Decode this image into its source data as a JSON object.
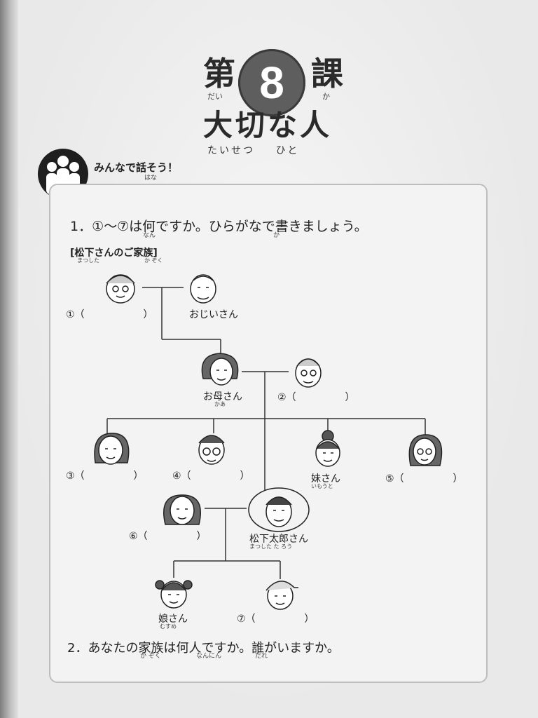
{
  "header": {
    "dai": "第",
    "dai_ruby": "だい",
    "lesson_number": "8",
    "ka": "課",
    "ka_ruby": "か",
    "title": "大切な人",
    "title_ruby": "たいせつ    ひと"
  },
  "section": {
    "label": "みんなで話そう！",
    "label_ruby": "はな"
  },
  "question1": {
    "text": "1．①～⑦は何ですか。ひらがなで書きましょう。",
    "ruby_nan": "なん",
    "ruby_ka": "か"
  },
  "family": {
    "title": "[松下さんのご家族]",
    "title_ruby_1": "まつした",
    "title_ruby_2": "か ぞく",
    "blank_1": "①（　　　　　　）",
    "grandfather": "おじいさん",
    "mother": "お母さん",
    "mother_ruby": "かあ",
    "blank_2": "②（　　　　　）",
    "blank_3": "③（　　　　　）",
    "blank_4": "④（　　　　　）",
    "younger_sister": "妹さん",
    "younger_sister_ruby": "いもうと",
    "blank_5": "⑤（　　　　　）",
    "blank_6": "⑥（　　　　　）",
    "main_person": "松下太郎さん",
    "main_person_ruby": "まつした た ろう",
    "daughter": "娘さん",
    "daughter_ruby": "むすめ",
    "blank_7": "⑦（　　　　　）"
  },
  "question2": {
    "text": "2．あなたの家族は何人ですか。誰がいますか。",
    "ruby_kazoku": "か ぞく",
    "ruby_nannin": "なんにん",
    "ruby_dare": "だれ"
  }
}
